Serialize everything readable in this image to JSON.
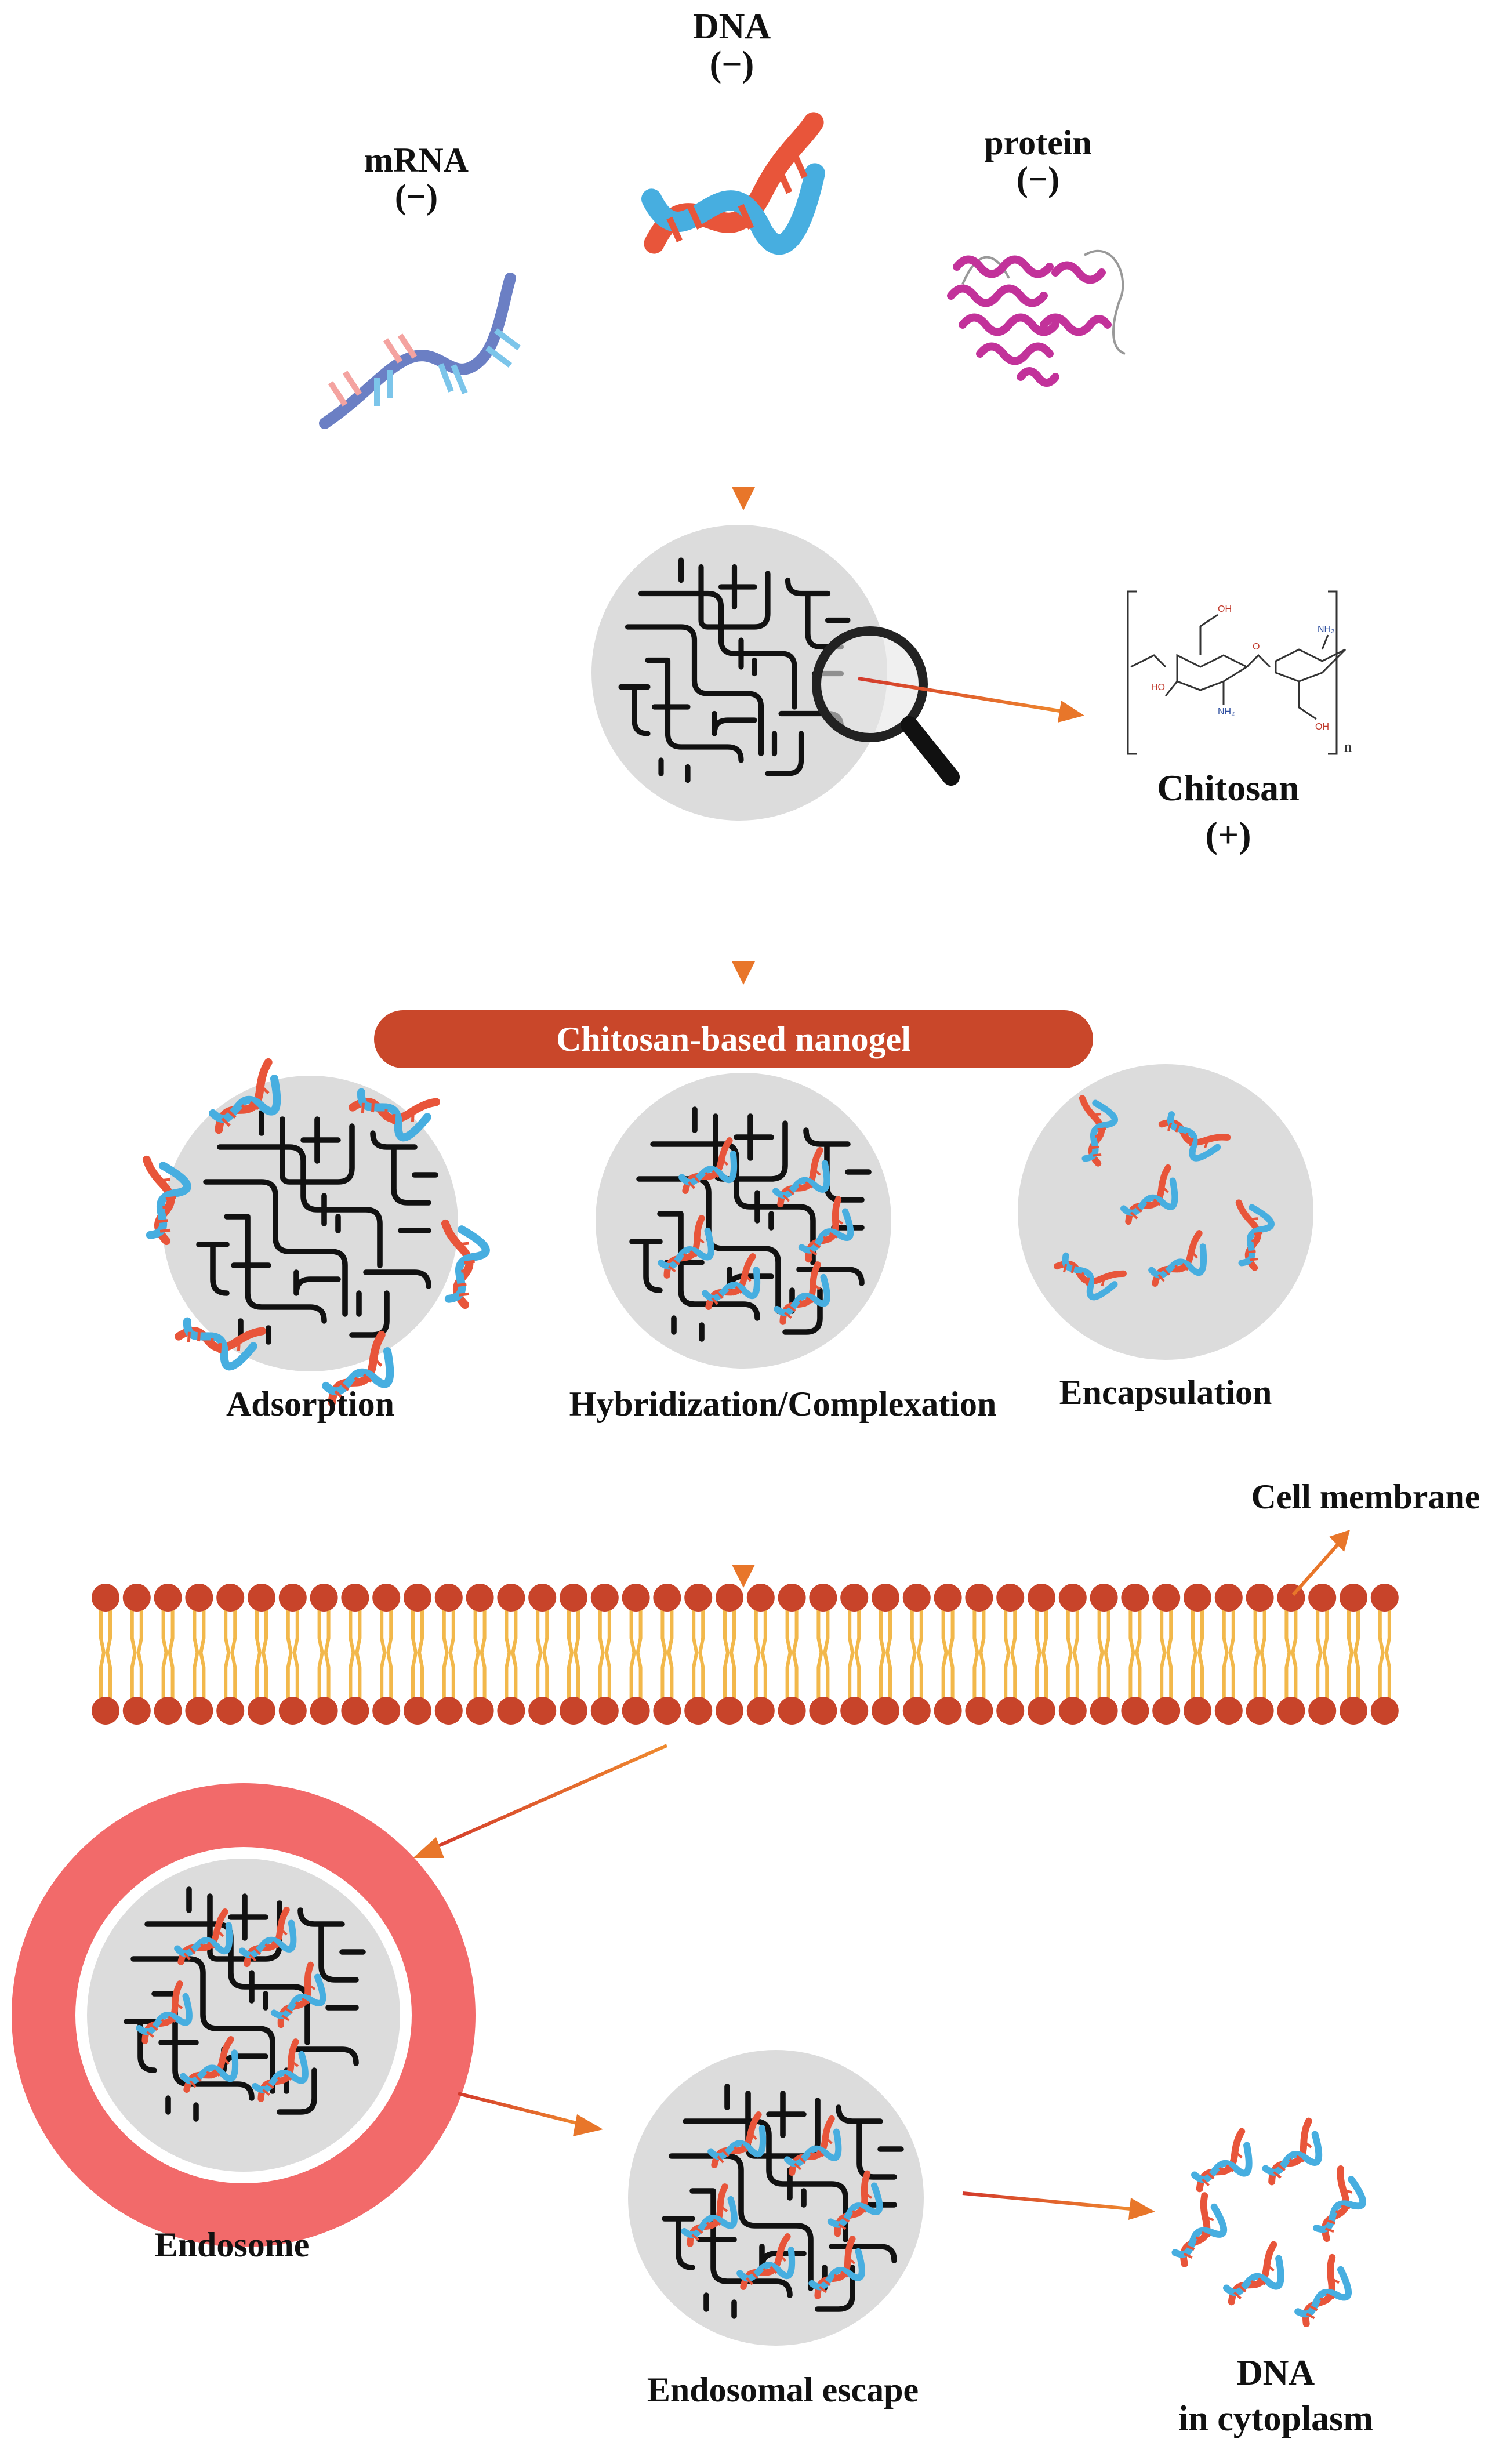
{
  "molecules": {
    "dna": {
      "name": "DNA",
      "charge": "(−)"
    },
    "mrna": {
      "name": "mRNA",
      "charge": "(−)"
    },
    "protein": {
      "name": "protein",
      "charge": "(−)"
    }
  },
  "chitosan": {
    "name": "Chitosan",
    "charge": "(+)",
    "repeat_subscript": "n"
  },
  "banner": {
    "label": "Chitosan-based nanogel"
  },
  "loading_methods": {
    "adsorption": "Adsorption",
    "hybridization": "Hybridization/Complexation",
    "encapsulation": "Encapsulation"
  },
  "cell": {
    "membrane_label": "Cell membrane"
  },
  "endosome": {
    "label": "Endosome"
  },
  "escape": {
    "label": "Endosomal escape"
  },
  "cytoplasm": {
    "line1": "DNA",
    "line2": "in cytoplasm"
  },
  "colors": {
    "arrow": "#e8762a",
    "arrow_dark": "#d33a2c",
    "banner": "#c9472a",
    "gel_circle": "#dcdcdc",
    "endosome_ring": "#f26a6a",
    "lipid_head": "#c8442a",
    "lipid_tail": "#f2b84b",
    "dna_red": "#e8553a",
    "dna_blue": "#47aee0",
    "mrna_blue": "#6b7fc4",
    "protein": "#c2329a"
  }
}
